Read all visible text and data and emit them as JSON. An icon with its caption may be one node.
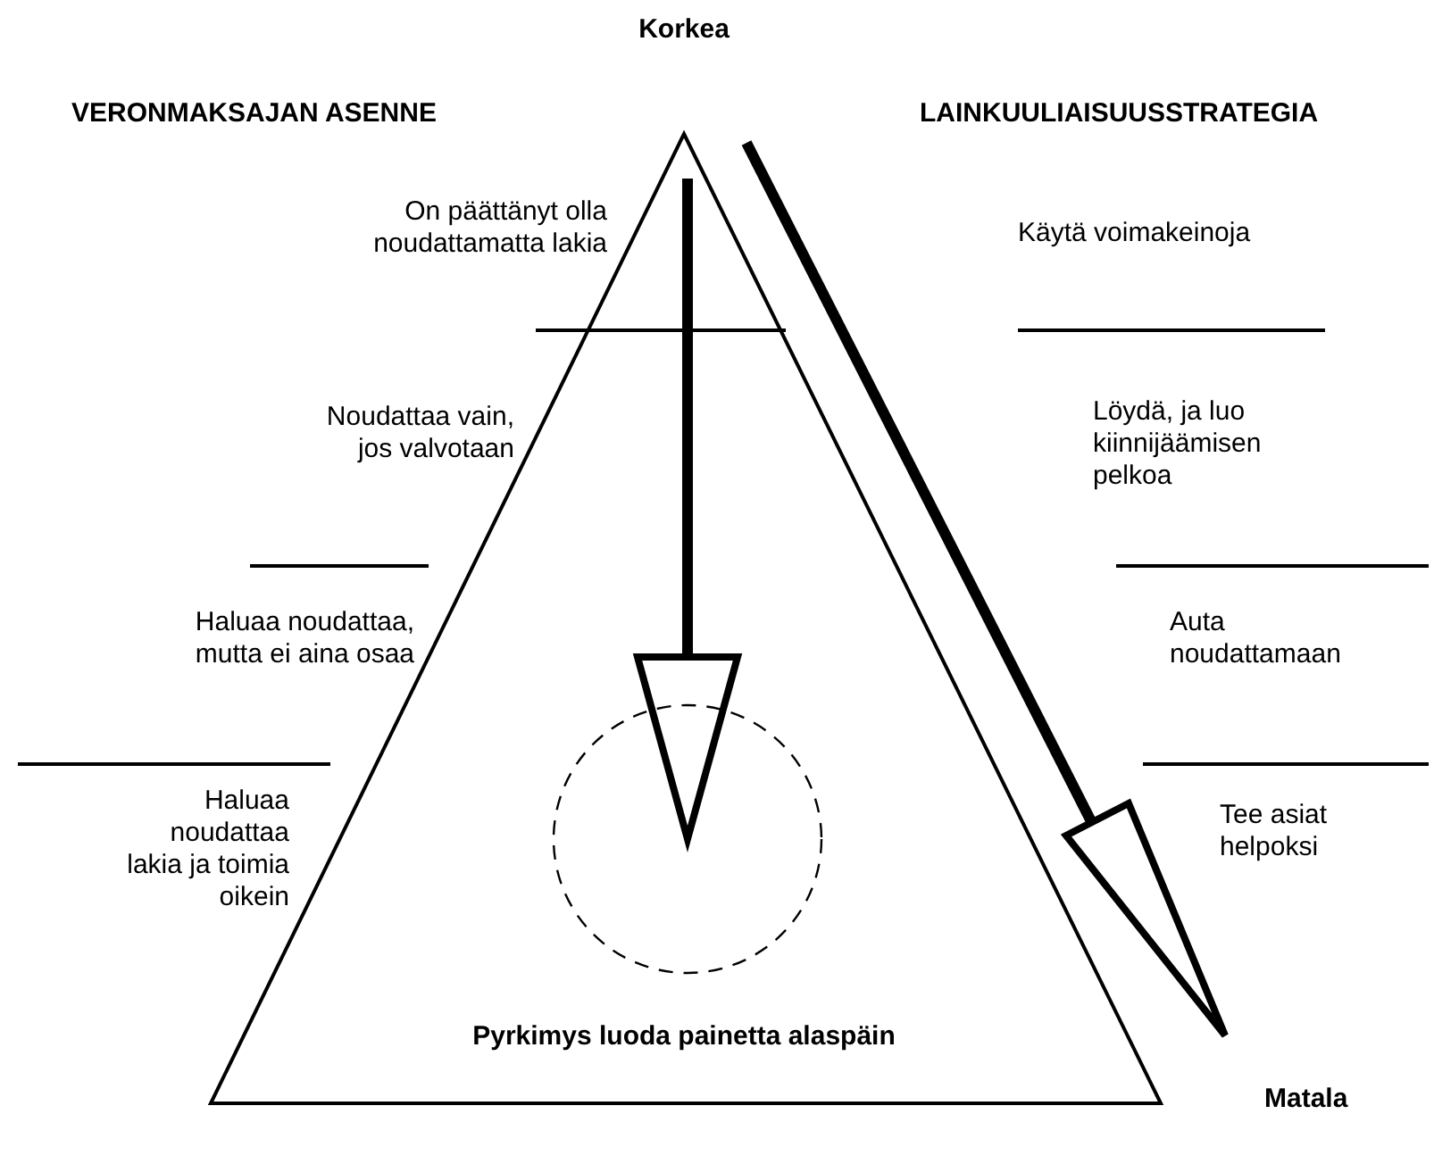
{
  "diagram": {
    "labels": [
      "Korkea",
      "VERONMAKSAJAN ASENNE",
      "LAINKUULIAISUUSSTRATEGIA",
      "On päättänyt olla noudattamatta lakia",
      "Käytä voimakeinoja",
      "Noudattaa vain, jos valvotaan",
      "Löydä, ja luo kiinnijäämisen pelkoa",
      "Haluaa noudattaa, mutta ei aina osaa",
      "Auta noudattamaan",
      "Haluaa noudattaa lakia ja toimia oikein",
      "Tee asiat helpoksi",
      "Pyrkimys luoda painetta alaspäin",
      "Matala"
    ]
  }
}
